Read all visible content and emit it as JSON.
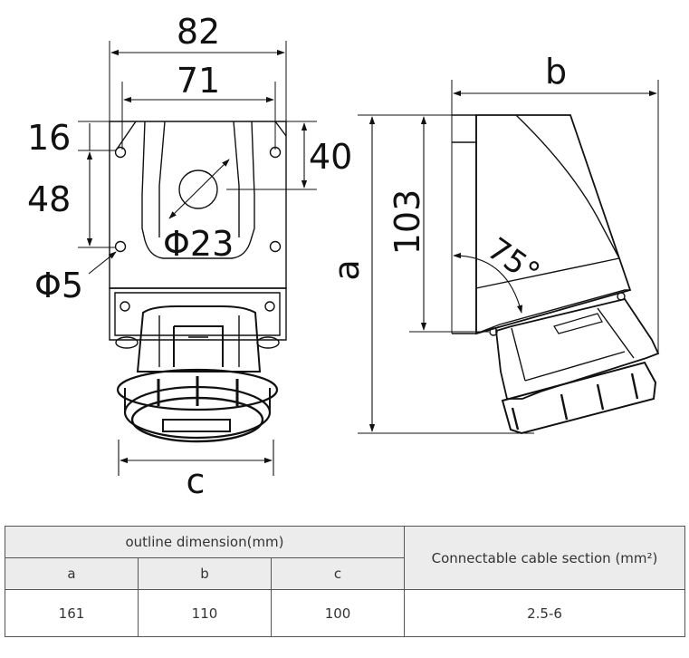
{
  "drawing": {
    "front": {
      "dim_overall_width": "82",
      "dim_hole_spacing": "71",
      "dim_top_offset": "16",
      "dim_hole_vertical": "48",
      "dim_hole_height": "40",
      "dim_cable_hole": "Φ23",
      "dim_mount_hole": "Φ5",
      "dim_socket_width": "c"
    },
    "side": {
      "dim_depth": "b",
      "dim_body_height": "103",
      "dim_total_height": "a",
      "dim_angle": "75°"
    }
  },
  "table": {
    "group_header": "outline dimension(mm)",
    "cable_header": "Connectable cable section (mm²)",
    "columns": [
      "a",
      "b",
      "c"
    ],
    "values": [
      "161",
      "110",
      "100"
    ],
    "cable_value": "2.5-6"
  }
}
